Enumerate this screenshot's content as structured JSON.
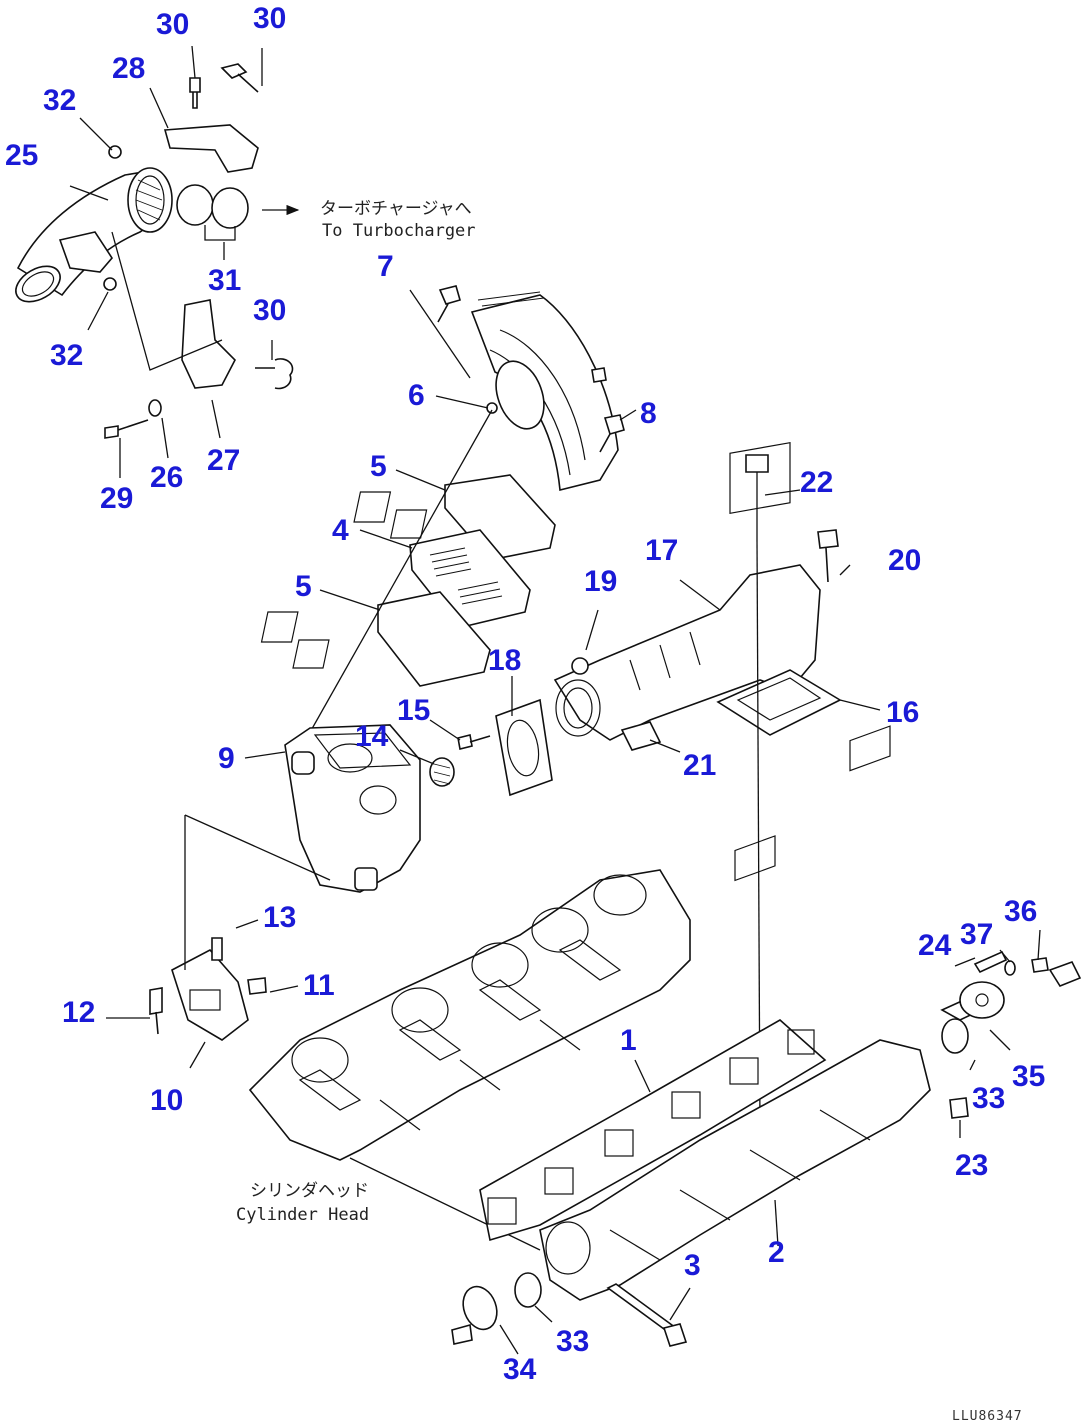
{
  "labels": [
    {
      "id": "30a",
      "text": "30"
    },
    {
      "id": "30b",
      "text": "30"
    },
    {
      "id": "28",
      "text": "28"
    },
    {
      "id": "32a",
      "text": "32"
    },
    {
      "id": "25",
      "text": "25"
    },
    {
      "id": "31",
      "text": "31"
    },
    {
      "id": "32b",
      "text": "32"
    },
    {
      "id": "30c",
      "text": "30"
    },
    {
      "id": "29",
      "text": "29"
    },
    {
      "id": "26",
      "text": "26"
    },
    {
      "id": "27",
      "text": "27"
    },
    {
      "id": "7",
      "text": "7"
    },
    {
      "id": "6",
      "text": "6"
    },
    {
      "id": "8",
      "text": "8"
    },
    {
      "id": "5a",
      "text": "5"
    },
    {
      "id": "4",
      "text": "4"
    },
    {
      "id": "5b",
      "text": "5"
    },
    {
      "id": "22",
      "text": "22"
    },
    {
      "id": "17",
      "text": "17"
    },
    {
      "id": "20",
      "text": "20"
    },
    {
      "id": "19",
      "text": "19"
    },
    {
      "id": "18",
      "text": "18"
    },
    {
      "id": "16",
      "text": "16"
    },
    {
      "id": "15",
      "text": "15"
    },
    {
      "id": "14",
      "text": "14"
    },
    {
      "id": "9",
      "text": "9"
    },
    {
      "id": "21",
      "text": "21"
    },
    {
      "id": "13",
      "text": "13"
    },
    {
      "id": "11",
      "text": "11"
    },
    {
      "id": "12",
      "text": "12"
    },
    {
      "id": "10",
      "text": "10"
    },
    {
      "id": "1",
      "text": "1"
    },
    {
      "id": "24",
      "text": "24"
    },
    {
      "id": "37",
      "text": "37"
    },
    {
      "id": "36",
      "text": "36"
    },
    {
      "id": "35",
      "text": "35"
    },
    {
      "id": "33a",
      "text": "33"
    },
    {
      "id": "23",
      "text": "23"
    },
    {
      "id": "2",
      "text": "2"
    },
    {
      "id": "3",
      "text": "3"
    },
    {
      "id": "33b",
      "text": "33"
    },
    {
      "id": "34",
      "text": "34"
    }
  ],
  "notes": {
    "turbo_jp": "ターボチャージャへ",
    "turbo_en": "To Turbocharger",
    "head_jp": "シリンダヘッド",
    "head_en": "Cylinder Head"
  },
  "drawing_code": "LLU86347",
  "colors": {
    "label": "#1a1ad6",
    "line": "#111111"
  }
}
